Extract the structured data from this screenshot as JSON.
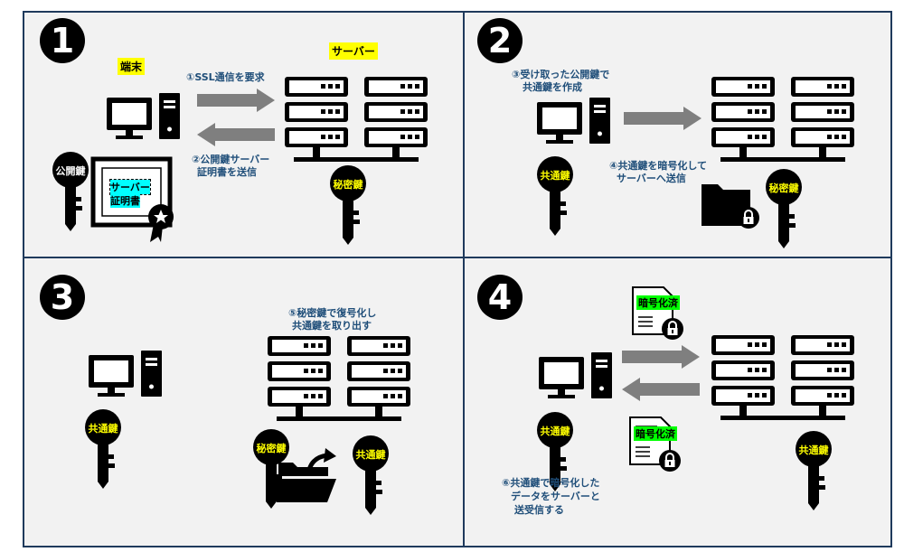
{
  "panels": [
    {
      "number": "1"
    },
    {
      "number": "2"
    },
    {
      "number": "3"
    },
    {
      "number": "4"
    }
  ],
  "labels": {
    "terminal": "端末",
    "server": "サーバー",
    "public_key": "公開鍵",
    "secret_key": "秘密鍵",
    "common_key": "共通鍵",
    "certificate": [
      "サーバー",
      "証明書"
    ],
    "encrypted": "暗号化済"
  },
  "captions": {
    "step1": "①SSL通信を要求",
    "step2": [
      "②公開鍵サーバー",
      "証明書を送信"
    ],
    "step3": [
      "③受け取った公開鍵で",
      "共通鍵を作成"
    ],
    "step4": [
      "④共通鍵を暗号化して",
      "サーバーへ送信"
    ],
    "step5": [
      "⑤秘密鍵で復号化し",
      "共通鍵を取り出す"
    ],
    "step6": [
      "⑥共通鍵で暗号化した",
      "データをサーバーと",
      "送受信する"
    ]
  },
  "colors": {
    "border": "#1f3a5c",
    "panel_bg": "#f2f2f2",
    "caption": "#1f4e79",
    "highlight_yellow": "#ffff00",
    "highlight_green": "#00ff00",
    "highlight_cyan": "#00ffff",
    "arrow": "#7f7f7f"
  }
}
